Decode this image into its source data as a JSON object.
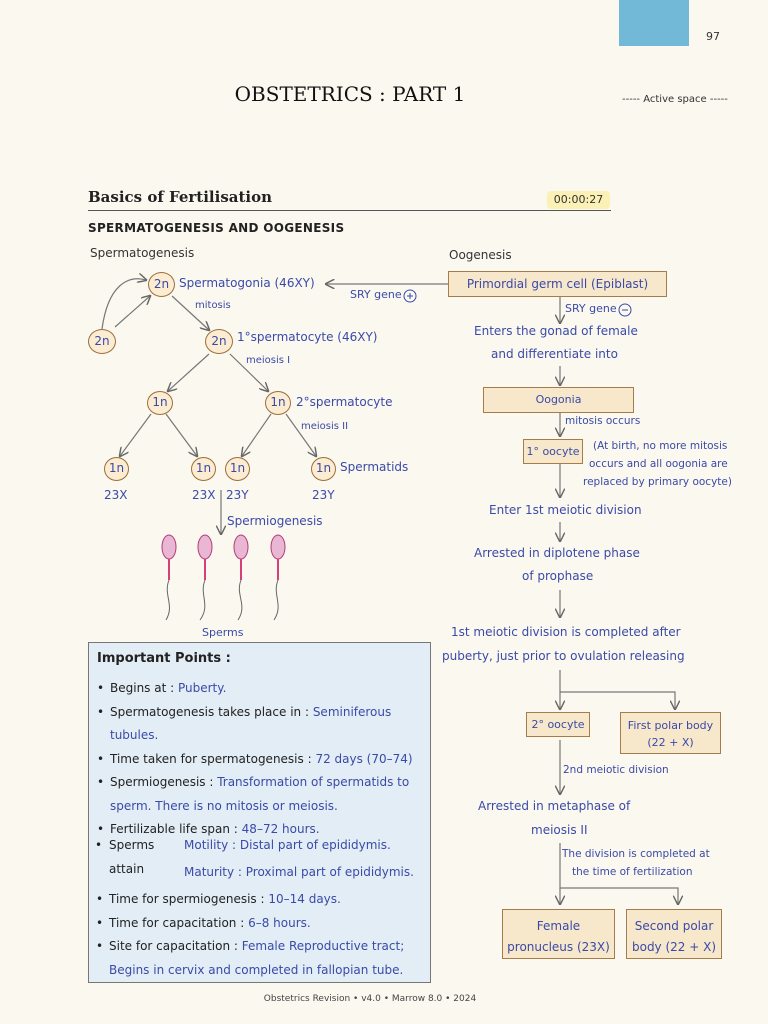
{
  "page": {
    "number": "97",
    "title": "OBSTETRICS : PART 1",
    "active_space": "----- Active space -----",
    "section": "Basics of Fertilisation",
    "timer": "00:00:27",
    "subtitle": "SPERMATOGENESIS AND OOGENESIS",
    "footer": "Obstetrics Revision • v4.0 • Marrow 8.0 • 2024",
    "accent_color": "#72b9d8"
  },
  "spermatogenesis": {
    "heading": "Spermatogenesis",
    "cell_2n": "2n",
    "cell_1n": "1n",
    "spermatogonia": "Spermatogonia (46XY)",
    "mitosis": "mitosis",
    "primary": "1°spermatocyte (46XY)",
    "meiosis1": "meiosis I",
    "secondary": "2°spermatocyte",
    "meiosis2": "meiosis II",
    "spermatids": "Spermatids",
    "karyotypes": [
      "23X",
      "23X",
      "23Y",
      "23Y"
    ],
    "spermiogenesis": "Spermiogenesis",
    "sperms": "Sperms"
  },
  "oogenesis": {
    "heading": "Oogenesis",
    "sry_positive": "SRY gene",
    "sry_negative": "SRY gene",
    "pgc": "Primordial germ cell (Epiblast)",
    "enters_gonad": [
      "Enters the gonad of female",
      "and differentiate into"
    ],
    "oogonia": "Oogonia",
    "mitosis_occurs": "mitosis occurs",
    "primary_oocyte": "1° oocyte",
    "birth_note": [
      "(At birth, no more mitosis",
      "occurs and all oogonia are",
      "replaced by primary oocyte)"
    ],
    "enter_meiosis": "Enter 1st meiotic division",
    "arrested_diplotene": [
      "Arrested in diplotene phase",
      "of prophase"
    ],
    "completed_after": [
      "1st meiotic division is completed after",
      "puberty, just prior to ovulation releasing"
    ],
    "secondary_oocyte": "2° oocyte",
    "first_polar": [
      "First polar body",
      "(22 + X)"
    ],
    "second_meiotic": "2nd meiotic division",
    "arrested_metaphase": [
      "Arrested in metaphase of",
      "meiosis II"
    ],
    "division_completed": [
      "The division is completed at",
      "the time of fertilization"
    ],
    "female_pronucleus": [
      "Female",
      "pronucleus (23X)"
    ],
    "second_polar": [
      "Second polar",
      "body (22 + X)"
    ]
  },
  "important_points": {
    "heading": "Important Points :",
    "items": [
      {
        "label": "Begins at : ",
        "value": "Puberty."
      },
      {
        "label": "Spermatogenesis takes place in : ",
        "value": "Seminiferous tubules."
      },
      {
        "label": "Time taken for spermatogenesis : ",
        "value": "72 days (70–74)"
      },
      {
        "label": "Spermiogenesis : ",
        "value": "Transformation of spermatids to sperm. There is no mitosis or meiosis."
      },
      {
        "label": "Fertilizable life span : ",
        "value": "48–72 hours."
      }
    ],
    "sperms_attain": {
      "label1": "Sperms",
      "label2": "attain",
      "motility": "Motility : ",
      "motility_value": "Distal part of epididymis.",
      "maturity": "Maturity : ",
      "maturity_value": "Proximal part of epididymis."
    },
    "items2": [
      {
        "label": "Time for spermiogenesis : ",
        "value": "10–14 days."
      },
      {
        "label": "Time for capacitation : ",
        "value": "6–8 hours."
      },
      {
        "label": "Site for capacitation : ",
        "value": "Female Reproductive tract; Begins in cervix and completed in fallopian tube."
      }
    ]
  }
}
